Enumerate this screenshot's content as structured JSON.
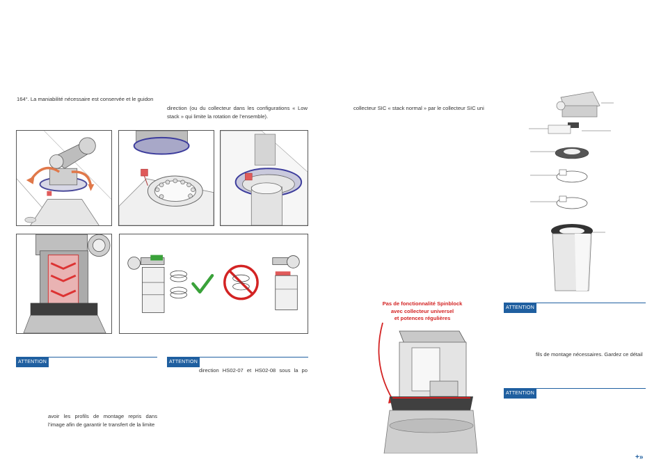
{
  "texts": {
    "col1_line1": "164°. La maniabilité nécessaire est conservée et le guidon",
    "col2_line1": "direction (ou du collecteur dans les configurations « Low",
    "col2_line2": "stack » qui limite la rotation de l’ensemble).",
    "col3_line1": "collecteur SIC « stack normal » par le collecteur SIC uni",
    "attention1_line1": "avoir les profils de montage repris dans",
    "attention1_line2": "l’image afin de garantir le transfert de la limite",
    "attention2_line1": "direction HS02-07 et HS02-08 sous la po",
    "attention3_line1": "fils de montage nécessaires. Gardez ce détail"
  },
  "attention_label": "ATTENTION",
  "spinblock_label": {
    "line1": "Pas de fonctionnalité Spinblock",
    "line2": "avec collecteur universel",
    "line3": "et potences régulières"
  },
  "nav_icon": "double-chevron-right-icon",
  "colors": {
    "accent_blue": "#1f5fa0",
    "warning_red": "#d32323",
    "check_green": "#3aa23a",
    "orange_arrow": "#e0784a"
  }
}
